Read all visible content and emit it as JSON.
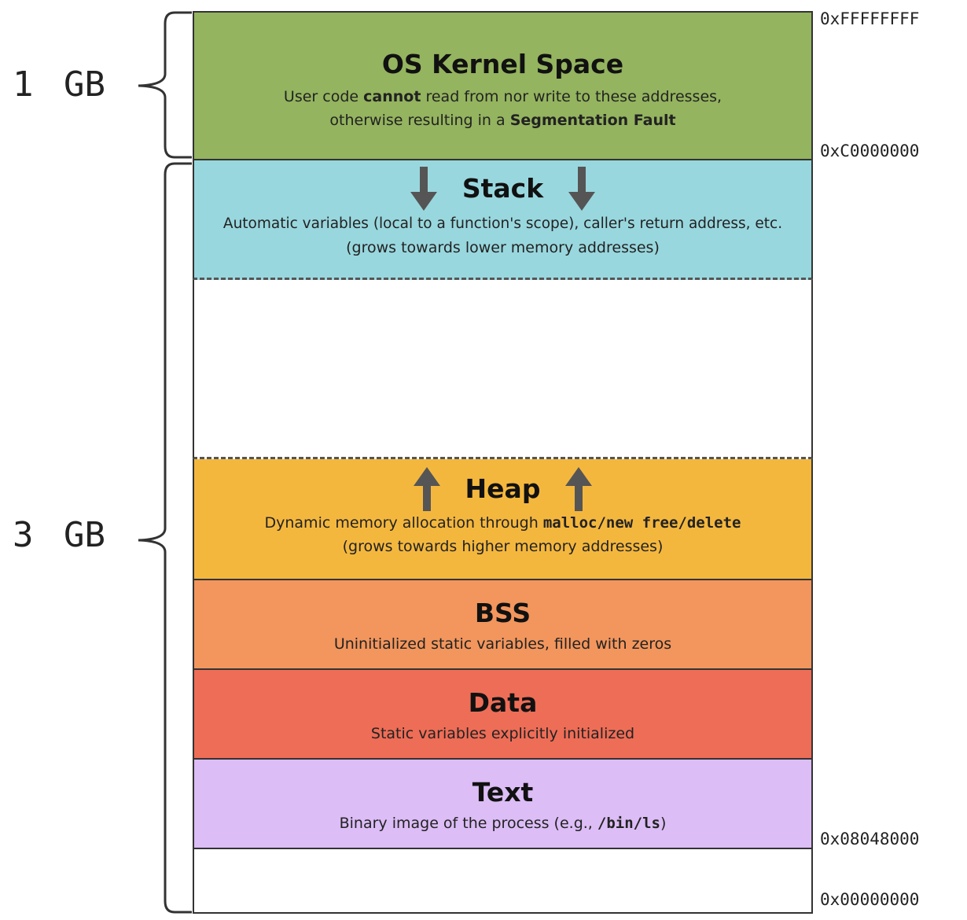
{
  "colors": {
    "kernel": "#94b45f",
    "stack": "#99d7de",
    "free": "#ffffff",
    "heap": "#f4b73e",
    "bss": "#f2965d",
    "data": "#ee6d57",
    "text": "#dcbdf6",
    "border": "#333333",
    "arrow": "#555555"
  },
  "size_labels": {
    "top": "1 GB",
    "bottom": "3 GB"
  },
  "addresses": {
    "top": "0xFFFFFFFF",
    "kernel_bottom": "0xC0000000",
    "text_bottom": "0x08048000",
    "bottom": "0x00000000"
  },
  "segments": {
    "kernel": {
      "title": "OS Kernel Space",
      "desc_1": "User code ",
      "desc_1_bold": "cannot",
      "desc_1_end": " read from nor write to these addresses,",
      "desc_2": "otherwise resulting in a ",
      "desc_2_bold": "Segmentation Fault"
    },
    "stack": {
      "title": "Stack",
      "desc_1": "Automatic variables (local to a function's scope), caller's return address, etc.",
      "desc_2": "(grows towards lower memory addresses)",
      "arrow_icon": "down-arrow-icon"
    },
    "heap": {
      "title": "Heap",
      "desc_1": "Dynamic memory allocation through ",
      "desc_1_code": "malloc/new free/delete",
      "desc_2": "(grows towards higher memory addresses)",
      "arrow_icon": "up-arrow-icon"
    },
    "bss": {
      "title": "BSS",
      "desc": "Uninitialized static variables, filled with zeros"
    },
    "data": {
      "title": "Data",
      "desc": "Static variables explicitly initialized"
    },
    "text": {
      "title": "Text",
      "desc_1": "Binary image of the process (e.g., ",
      "desc_1_code": "/bin/ls",
      "desc_1_end": ")"
    }
  }
}
